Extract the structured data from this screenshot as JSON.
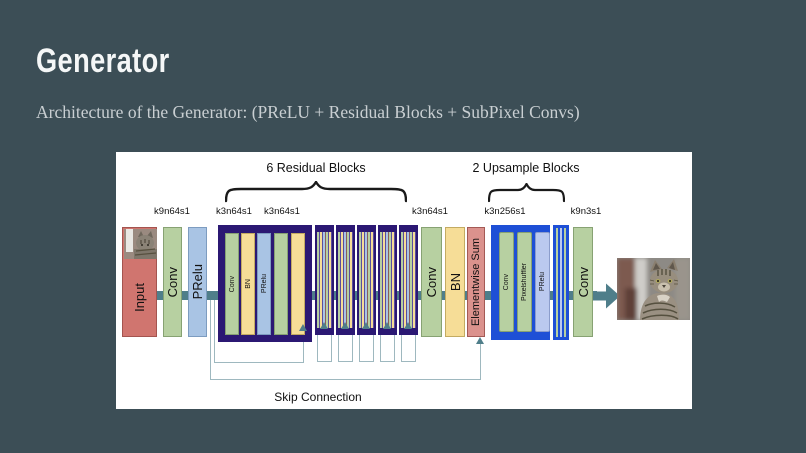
{
  "slide": {
    "title": "Generator",
    "subtitle": "Architecture of the Generator: (PReLU + Residual Blocks + SubPixel Convs)"
  },
  "diagram": {
    "residual_group_label": "6 Residual Blocks",
    "upsample_group_label": "2 Upsample Blocks",
    "skip_connection_label": "Skip Connection",
    "input": {
      "label": "Input"
    },
    "conv_in": {
      "label": "Conv",
      "param": "k9n64s1"
    },
    "prelu_in": {
      "label": "PRelu"
    },
    "residual_block": {
      "param_left": "k3n64s1",
      "param_right": "k3n64s1",
      "layers": [
        "Conv",
        "BN",
        "PRelu"
      ]
    },
    "conv_mid": {
      "label": "Conv",
      "param": "k3n64s1"
    },
    "bn_mid": {
      "label": "BN"
    },
    "elementwise_sum": {
      "label": "Elementwise Sum"
    },
    "upsample_block": {
      "param": "k3n256s1",
      "layers": [
        "Conv",
        "Pixelshuffler",
        "PRelu"
      ]
    },
    "conv_out": {
      "label": "Conv",
      "param": "k9n3s1"
    }
  },
  "colors": {
    "background": "#3C4E56",
    "panel": "#FFFFFF",
    "conv_green": "#B7D0A1",
    "bn_yellow": "#F6DD97",
    "prelu_blue": "#A9C4E4",
    "prelu_periwinkle": "#BBC9EF",
    "input_red": "#D0756F",
    "sum_red": "#DB928D",
    "residual_border": "#2B1873",
    "upsample_border": "#1E4FD6",
    "flow_teal": "#4F7E8A",
    "skip_line": "#9EB8BF"
  }
}
